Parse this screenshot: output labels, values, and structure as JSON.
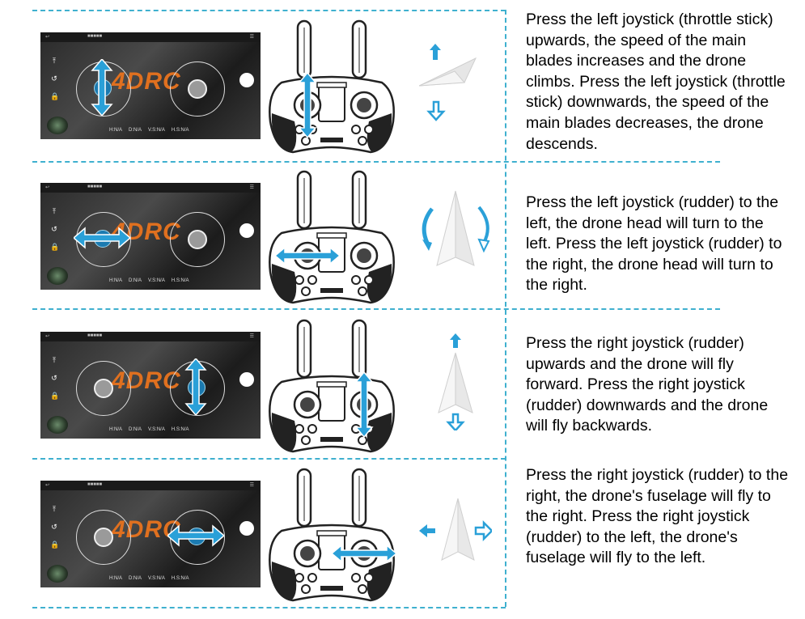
{
  "colors": {
    "divider": "#3fb0cf",
    "arrow_blue": "#2aa0d8",
    "stick_blue": "#1b7ab0",
    "logo_orange": "#e0701f"
  },
  "phone_screen": {
    "back_icon": "back-arrow-icon",
    "status_text": "■■■■■",
    "logo": "4DRC",
    "stats": [
      "H:N/A",
      "D:N/A",
      "V.S:N/A",
      "H.S:N/A"
    ]
  },
  "steps": [
    {
      "id": "throttle",
      "stick": "left",
      "movement": "vertical",
      "icon_set": [
        "arrow-up-filled-icon",
        "paper-plane-side-icon",
        "arrow-down-outline-icon"
      ],
      "text": "Press the left joystick (throttle stick) upwards, the speed of the main blades increases and the drone climbs. Press the left joystick (throttle stick) downwards, the speed of the main blades decreases, the drone descends."
    },
    {
      "id": "rudder-yaw",
      "stick": "left",
      "movement": "horizontal",
      "icon_set": [
        "rotate-left-icon",
        "paper-plane-top-icon",
        "rotate-right-icon"
      ],
      "text": "Press the left joystick (rudder) to the left, the drone head will turn to the left. Press the left joystick (rudder) to the right, the drone head will turn to the right."
    },
    {
      "id": "pitch",
      "stick": "right",
      "movement": "vertical",
      "icon_set": [
        "arrow-up-filled-icon",
        "paper-plane-top-icon",
        "arrow-down-outline-icon"
      ],
      "text": "Press the right joystick (rudder) upwards and the drone will fly forward. Press the right joystick (rudder) downwards and the drone will fly backwards."
    },
    {
      "id": "roll",
      "stick": "right",
      "movement": "horizontal",
      "icon_set": [
        "arrow-left-filled-icon",
        "paper-plane-top-icon",
        "arrow-right-outline-icon"
      ],
      "text": "Press the right joystick (rudder) to the right, the drone's fuselage will fly to the right. Press the right joystick (rudder) to the left, the drone's fuselage will fly to the left."
    }
  ]
}
